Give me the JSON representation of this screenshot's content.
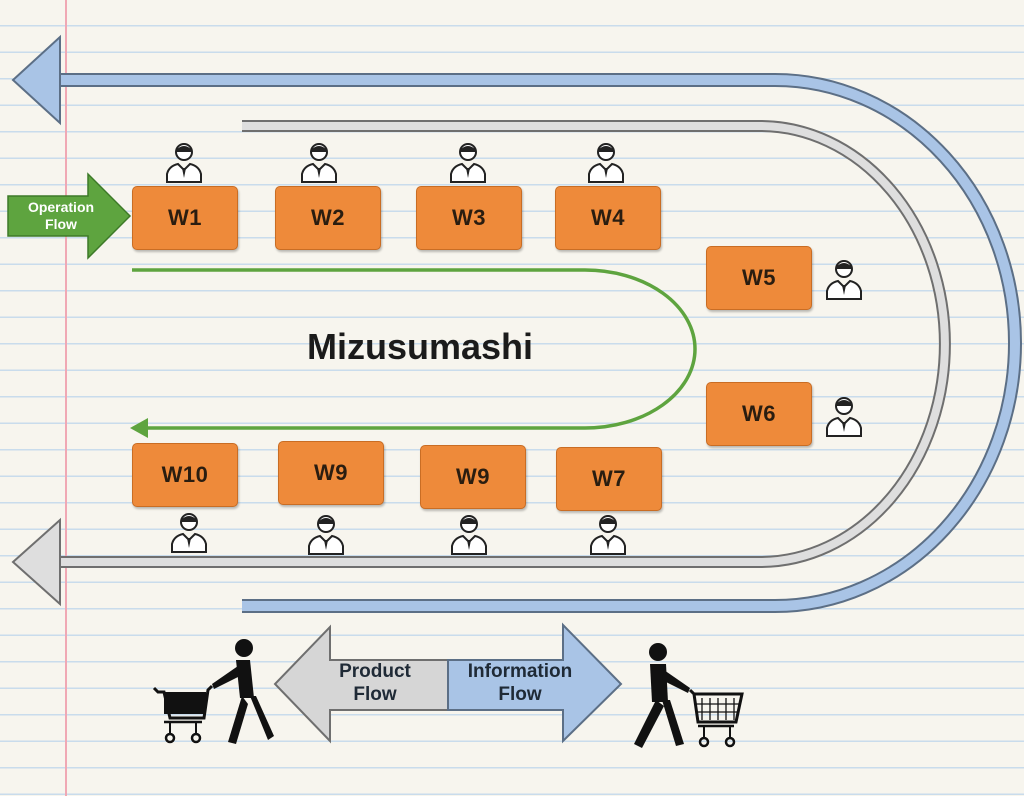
{
  "diagram": {
    "title": "Mizusumashi",
    "operation_flow_label_line1": "Operation",
    "operation_flow_label_line2": "Flow",
    "stations_top": [
      "W1",
      "W2",
      "W3",
      "W4"
    ],
    "stations_right": [
      "W5",
      "W6"
    ],
    "stations_bottom": [
      "W10",
      "W9",
      "W9",
      "W7"
    ],
    "legend": {
      "product_line1": "Product",
      "product_line2": "Flow",
      "information_line1": "Information",
      "information_line2": "Flow"
    },
    "colors": {
      "station_fill": "#ee8a3a",
      "operation_flow": "#5ea43f",
      "product_flow": "#d9d9d9",
      "information_flow": "#a9c4e6"
    }
  }
}
